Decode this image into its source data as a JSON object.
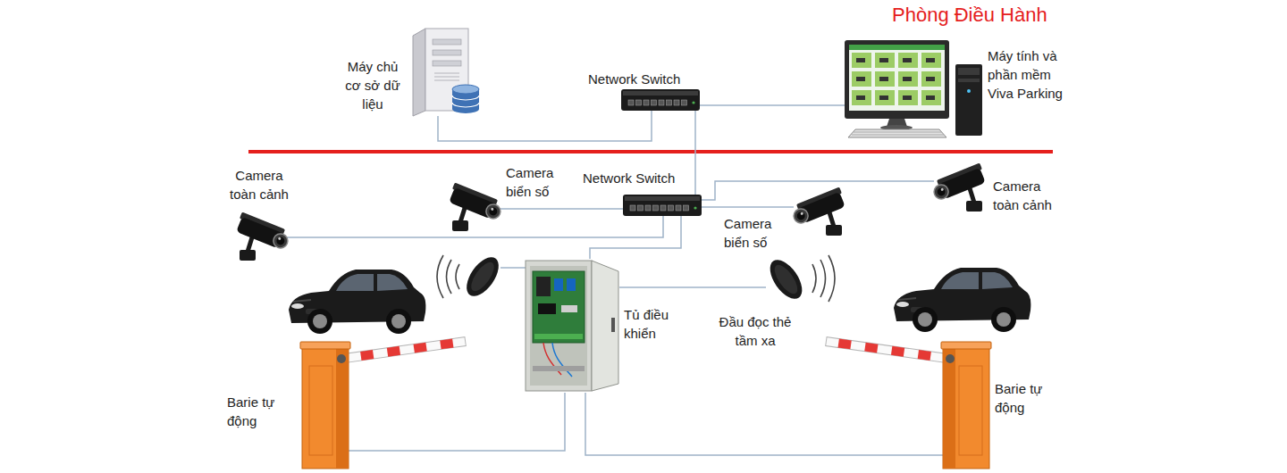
{
  "diagram": {
    "nodes": [
      {
        "text": [
          "Máy chủ cơ sở dữ liệu"
        ]
      },
      {
        "text": [
          "Network Switch"
        ]
      },
      {
        "text": [
          "Máy tính và phần mềm Viva Parking"
        ]
      },
      {
        "text": [
          "Camera toàn cảnh"
        ]
      },
      {
        "text": [
          "Camera biển số"
        ]
      },
      {
        "text": [
          "Network Switch"
        ]
      },
      {
        "text": [
          "Camera biển số"
        ]
      },
      {
        "text": [
          "Camera toàn cảnh"
        ]
      },
      {
        "text": [
          "Tủ điều khiển"
        ]
      },
      {
        "text": [
          "Đầu đọc thẻ tầm xa"
        ]
      },
      {
        "text": [
          "Barie tự động"
        ]
      },
      {
        "text": [
          "Barie tự động"
        ]
      }
    ],
    "edges": [
      {
        "from": 0,
        "to": 1,
        "arrow": "none"
      },
      {
        "from": 1,
        "to": 2,
        "arrow": "none"
      },
      {
        "from": 1,
        "to": 5,
        "arrow": "none"
      },
      {
        "from": 3,
        "to": 5,
        "arrow": "none"
      },
      {
        "from": 4,
        "to": 5,
        "arrow": "none"
      },
      {
        "from": 5,
        "to": 6,
        "arrow": "none"
      },
      {
        "from": 7,
        "to": 5,
        "arrow": "none"
      },
      {
        "from": 5,
        "to": 8,
        "arrow": "none"
      },
      {
        "from": 8,
        "to": 9,
        "arrow": "none"
      },
      {
        "from": 8,
        "to": 10,
        "arrow": "none"
      },
      {
        "from": 8,
        "to": 11,
        "arrow": "none"
      }
    ],
    "labels": [
      "Phòng Điều Hành"
    ]
  }
}
